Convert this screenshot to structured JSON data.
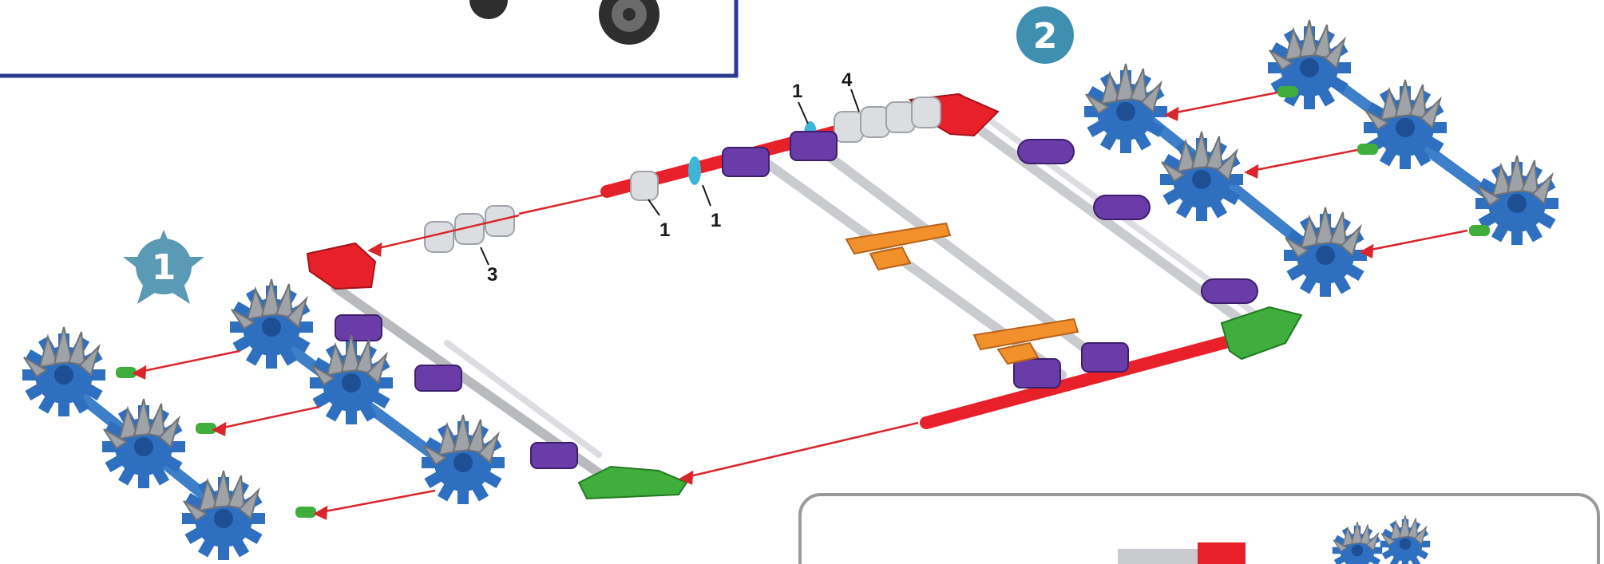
{
  "page": {
    "background": "#ffffff"
  },
  "steps": [
    {
      "number": "1",
      "badge_shape": "star",
      "color": "#5a9ab5"
    },
    {
      "number": "2",
      "badge_shape": "circle",
      "color": "#3f8fb0"
    }
  ],
  "callouts": [
    {
      "id": "qty-1-top",
      "text": "1"
    },
    {
      "id": "qty-4",
      "text": "4"
    },
    {
      "id": "qty-1-left",
      "text": "1"
    },
    {
      "id": "qty-1-right",
      "text": "1"
    },
    {
      "id": "qty-3",
      "text": "3"
    }
  ],
  "colors": {
    "rod_red": "#e8202a",
    "rod_grey": "#c9cbcf",
    "connector_blue": "#2f6fc0",
    "connector_grey": "#9fa3a8",
    "connector_purple": "#6a3ca8",
    "connector_green": "#3fae3c",
    "connector_orange": "#f2902c",
    "arrow_red": "#d9252b",
    "frame_navy": "#2b3890",
    "frame_grey": "#9a9a9a"
  }
}
